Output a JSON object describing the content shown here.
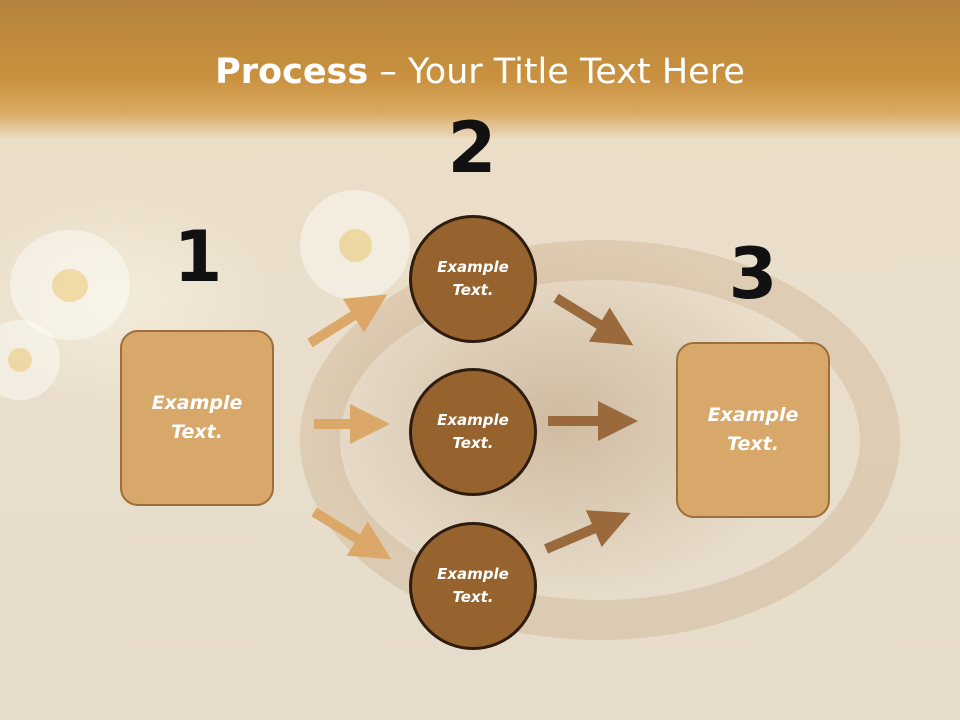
{
  "slide": {
    "title_bold": "Process",
    "title_rest": " – Your Title Text Here"
  },
  "steps": [
    {
      "number": "1",
      "text": "Example Text."
    },
    {
      "number": "2",
      "text": "Example Text."
    },
    {
      "number": "3",
      "text": "Example Text."
    }
  ],
  "circles": [
    {
      "text": "Example Text."
    },
    {
      "text": "Example Text."
    },
    {
      "text": "Example Text."
    }
  ],
  "colors": {
    "header": "#c9913f",
    "box_fill": "#d8a76a",
    "circle_fill": "#96622e",
    "arrow_light": "#dba869",
    "arrow_dark": "#9a6a3d"
  }
}
